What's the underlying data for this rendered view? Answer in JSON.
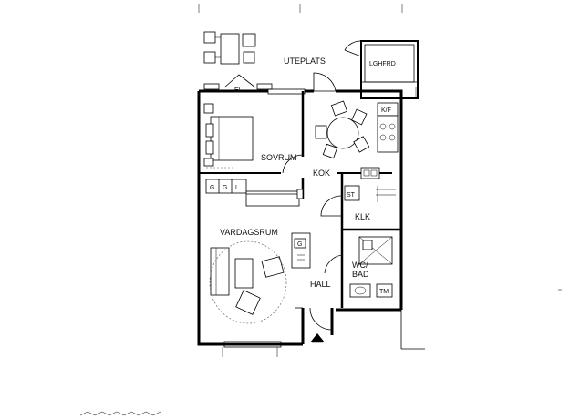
{
  "rooms": {
    "uteplats": "UTEPLATS",
    "lghfrd": "LGHFRD",
    "sovrum": "SOVRUM",
    "kok": "KÖK",
    "vardagsrum": "VARDAGSRUM",
    "klk": "KLK",
    "wc_bad": [
      "WC/",
      "BAD"
    ],
    "hall": "HALL"
  },
  "fixtures": {
    "el": "EL",
    "kf": "K/F",
    "st": "ST",
    "g_hall": "G",
    "tm": "TM",
    "wardrobes": [
      "G",
      "G",
      "L"
    ]
  },
  "colors": {
    "line": "#000000",
    "background": "#ffffff"
  }
}
